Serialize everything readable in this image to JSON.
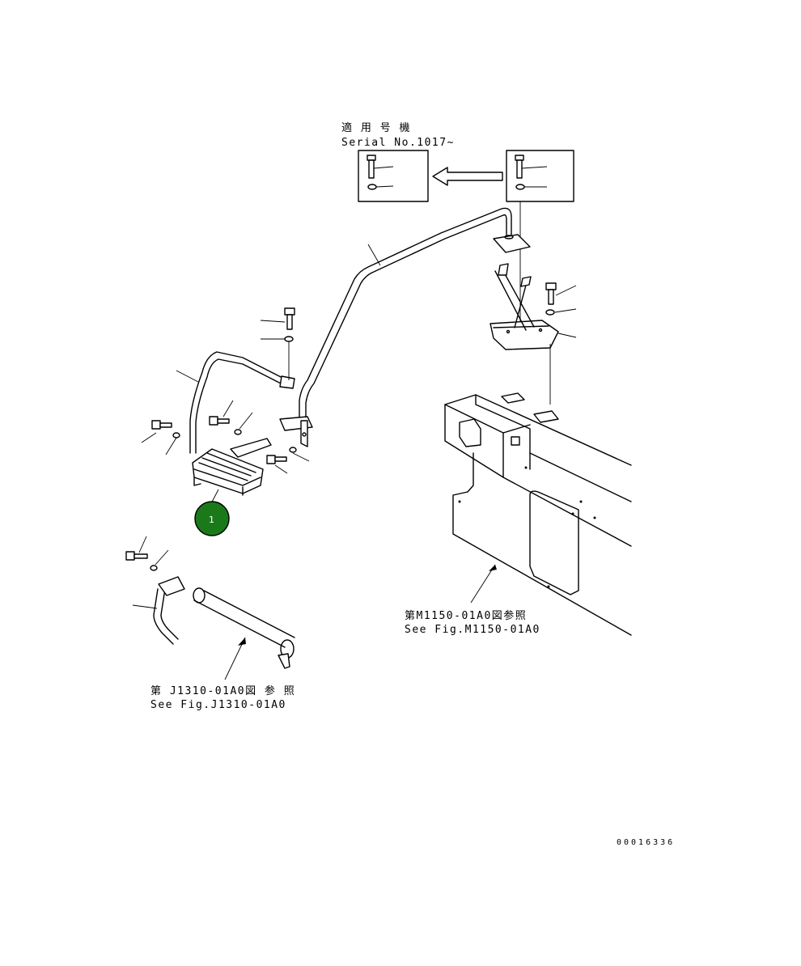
{
  "serial_note": {
    "line1": "適 用 号 機",
    "line2": "Serial No.1017~"
  },
  "reference_m1150": {
    "line1": "第M1150-01A0図参照",
    "line2": "See Fig.M1150-01A0"
  },
  "reference_j1310": {
    "line1": "第 J1310-01A0図 参 照",
    "line2": "See Fig.J1310-01A0"
  },
  "callout": {
    "number": "1",
    "fill_color": "#1a7a1a"
  },
  "drawing_id": "00016336"
}
